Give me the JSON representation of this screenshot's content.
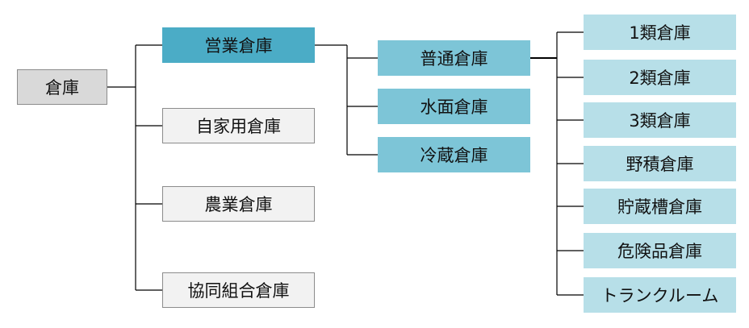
{
  "root": {
    "label": "倉庫"
  },
  "level1": [
    {
      "label": "営業倉庫"
    },
    {
      "label": "自家用倉庫"
    },
    {
      "label": "農業倉庫"
    },
    {
      "label": "協同組合倉庫"
    }
  ],
  "level2": [
    {
      "label": "普通倉庫"
    },
    {
      "label": "水面倉庫"
    },
    {
      "label": "冷蔵倉庫"
    }
  ],
  "level3": [
    {
      "label": "1類倉庫"
    },
    {
      "label": "2類倉庫"
    },
    {
      "label": "3類倉庫"
    },
    {
      "label": "野積倉庫"
    },
    {
      "label": "貯蔵槽倉庫"
    },
    {
      "label": "危険品倉庫"
    },
    {
      "label": "トランクルーム"
    }
  ],
  "colors": {
    "root_fill": "#d9d9d9",
    "level1_fill": "#f2f2f2",
    "business_fill": "#4bacc6",
    "level2_fill": "#7dc5d7",
    "level3_fill": "#b7dfe8",
    "connector": "#000000"
  }
}
